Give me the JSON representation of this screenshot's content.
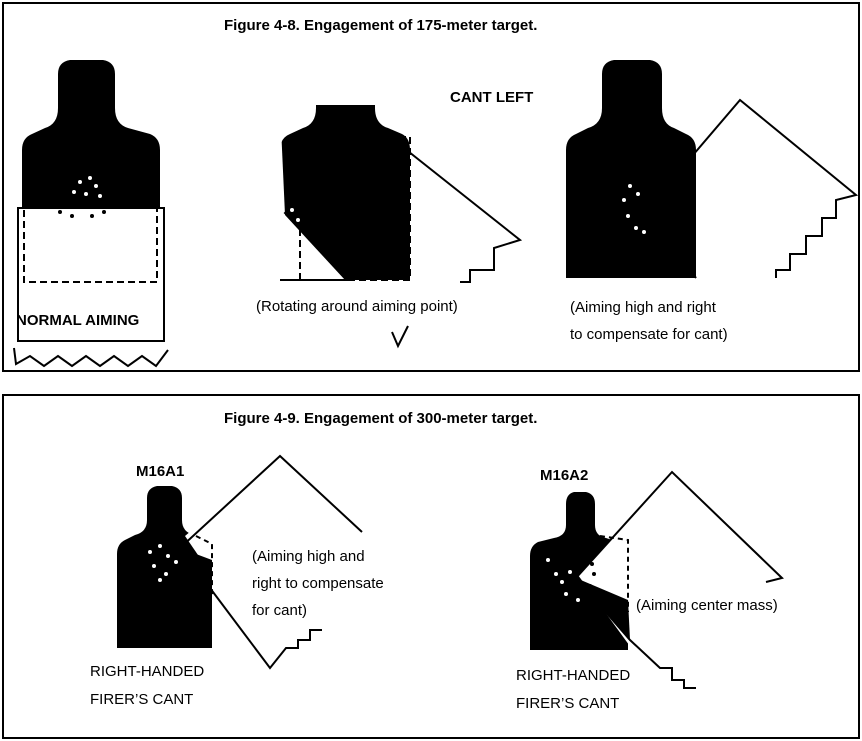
{
  "figure_48": {
    "title": "Figure 4-8.  Engagement of 175-meter target.",
    "cant_left": "CANT LEFT",
    "normal_aiming": "NORMAL AIMING",
    "rotating": "(Rotating around aiming point)",
    "aiming_high_1": "(Aiming high and right",
    "aiming_high_2": "to compensate for cant)"
  },
  "figure_49": {
    "title": "Figure 4-9.  Engagement of 300-meter target.",
    "m16a1": "M16A1",
    "m16a2": "M16A2",
    "aiming_high_1": "(Aiming high and",
    "aiming_high_2": "right to compensate",
    "aiming_high_3": "for cant)",
    "aiming_center": "(Aiming center mass)",
    "firer_cant_left_1": "RIGHT-HANDED",
    "firer_cant_left_2": "FIRER’S CANT",
    "firer_cant_right_1": "RIGHT-HANDED",
    "firer_cant_right_2": "FIRER’S CANT"
  }
}
